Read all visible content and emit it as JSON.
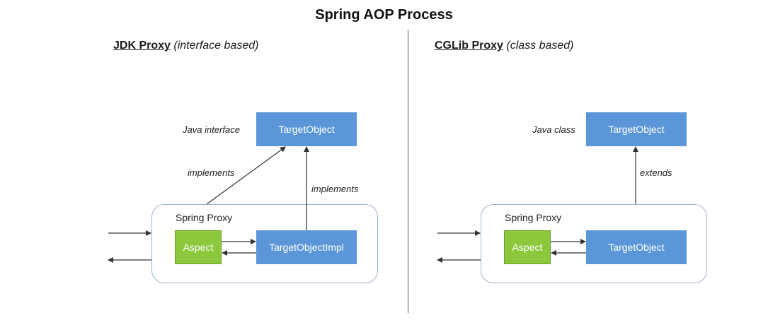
{
  "title": "Spring AOP Process",
  "left": {
    "heading_main": "JDK Proxy",
    "heading_note": "(interface based)",
    "type_label": "Java interface",
    "target_box": "TargetObject",
    "implements_1": "implements",
    "implements_2": "implements",
    "proxy_label": "Spring Proxy",
    "aspect_box": "Aspect",
    "impl_box": "TargetObjectImpl"
  },
  "right": {
    "heading_main": "CGLib Proxy",
    "heading_note": "(class based)",
    "type_label": "Java class",
    "target_box": "TargetObject",
    "extends": "extends",
    "proxy_label": "Spring Proxy",
    "aspect_box": "Aspect",
    "impl_box": "TargetObject"
  },
  "colors": {
    "box_blue": "#5b97d8",
    "aspect_green": "#8cc83c",
    "container_border": "#9fb4cf"
  }
}
